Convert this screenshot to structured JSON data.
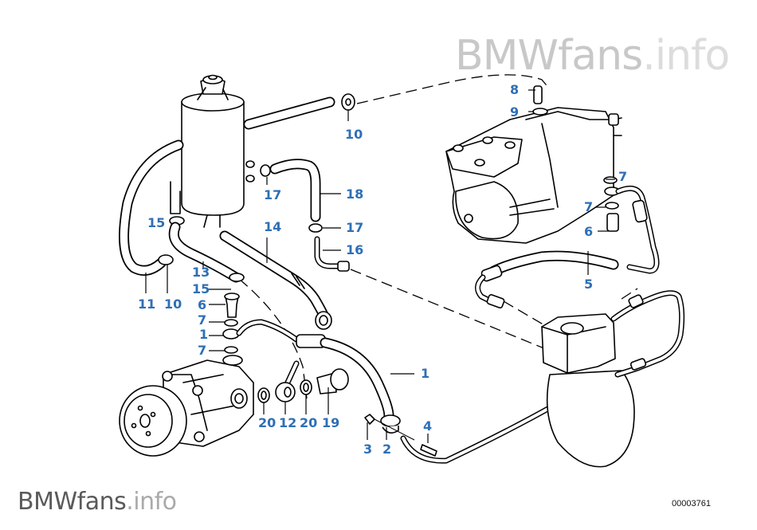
{
  "watermark": {
    "top": {
      "brand": "BMWfans",
      "suffix": ".info"
    },
    "bottom": {
      "brand": "BMWfans",
      "suffix": ".info"
    }
  },
  "diagram_code": "00003761",
  "label_color": "#2e6fb5",
  "callouts": [
    {
      "id": "c10a",
      "text": "10"
    },
    {
      "id": "c8",
      "text": "8"
    },
    {
      "id": "c9",
      "text": "9"
    },
    {
      "id": "c7a",
      "text": "7"
    },
    {
      "id": "c7b",
      "text": "7"
    },
    {
      "id": "c6a",
      "text": "6"
    },
    {
      "id": "c17a",
      "text": "17"
    },
    {
      "id": "c18",
      "text": "18"
    },
    {
      "id": "c15a",
      "text": "15"
    },
    {
      "id": "c14",
      "text": "14"
    },
    {
      "id": "c17b",
      "text": "17"
    },
    {
      "id": "c16",
      "text": "16"
    },
    {
      "id": "c13",
      "text": "13"
    },
    {
      "id": "c15b",
      "text": "15"
    },
    {
      "id": "c11",
      "text": "11"
    },
    {
      "id": "c10b",
      "text": "10"
    },
    {
      "id": "c6b",
      "text": "6"
    },
    {
      "id": "c7c",
      "text": "7"
    },
    {
      "id": "c1a",
      "text": "1"
    },
    {
      "id": "c7d",
      "text": "7"
    },
    {
      "id": "c5",
      "text": "5"
    },
    {
      "id": "c1b",
      "text": "1"
    },
    {
      "id": "c20a",
      "text": "20"
    },
    {
      "id": "c12",
      "text": "12"
    },
    {
      "id": "c20b",
      "text": "20"
    },
    {
      "id": "c19",
      "text": "19"
    },
    {
      "id": "c4",
      "text": "4"
    },
    {
      "id": "c3",
      "text": "3"
    },
    {
      "id": "c2",
      "text": "2"
    }
  ],
  "components": [
    "reservoir",
    "steering-gear-box",
    "power-steering-pump",
    "pressure-accumulator",
    "return-hose",
    "pressure-hose",
    "suction-hose",
    "brake-pipe"
  ]
}
